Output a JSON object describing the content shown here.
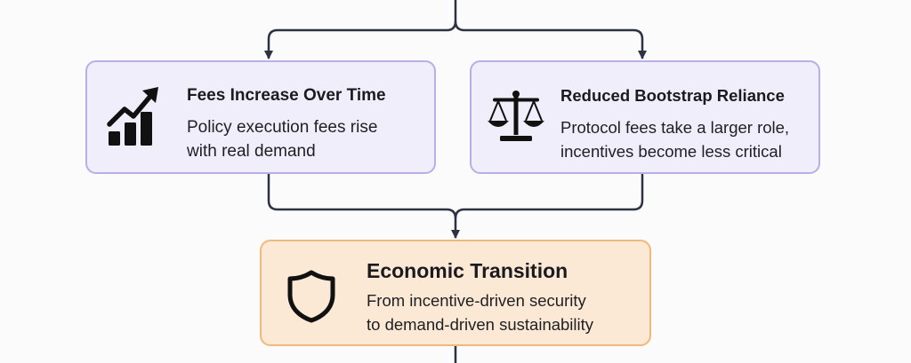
{
  "diagram": {
    "nodes": [
      {
        "id": "fees",
        "title": "Fees Increase Over Time",
        "description": [
          "Policy execution fees rise",
          "with real demand"
        ],
        "icon": "chart-trending-up-icon",
        "color": "#efeefa"
      },
      {
        "id": "bootstrap",
        "title": "Reduced Bootstrap Reliance",
        "description": [
          "Protocol fees take a larger role,",
          "incentives become less critical"
        ],
        "icon": "balance-scale-icon",
        "color": "#efeefa"
      },
      {
        "id": "transition",
        "title": "Economic Transition",
        "description": [
          "From incentive-driven security",
          "to demand-driven sustainability"
        ],
        "icon": "shield-icon",
        "color": "#fbe9d6"
      }
    ],
    "edges": [
      {
        "from": "above",
        "to": "fees"
      },
      {
        "from": "above",
        "to": "bootstrap"
      },
      {
        "from": "fees",
        "to": "transition"
      },
      {
        "from": "bootstrap",
        "to": "transition"
      },
      {
        "from": "transition",
        "to": "below"
      }
    ]
  },
  "colors": {
    "connector": "#2d3242",
    "node_border": "#b9aee6",
    "accent_border": "#f0b97b"
  }
}
